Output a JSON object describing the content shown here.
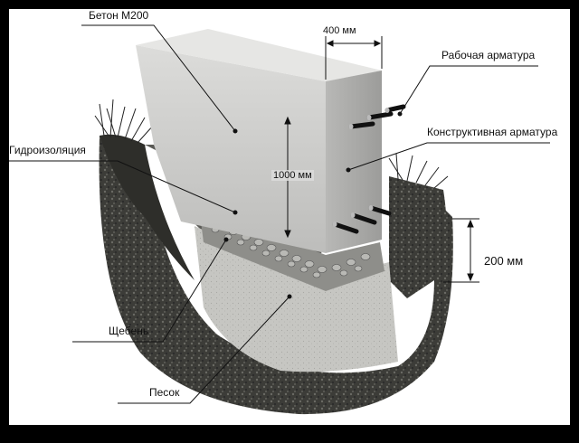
{
  "labels": {
    "concrete": "Бетон М200",
    "working_rebar": "Рабочая арматура",
    "structural_rebar": "Конструктивная арматура",
    "waterproofing": "Гидроизоляция",
    "gravel": "Щебень",
    "sand": "Песок"
  },
  "dimensions": {
    "width": "400 мм",
    "height": "1000 мм",
    "depth": "200 мм"
  },
  "colors": {
    "background": "#ffffff",
    "frame": "#000000",
    "concrete": "#d6d6d4",
    "soil": "#3a3a36",
    "sand": "#c4c4c0",
    "gravel": "#9a9a96"
  }
}
